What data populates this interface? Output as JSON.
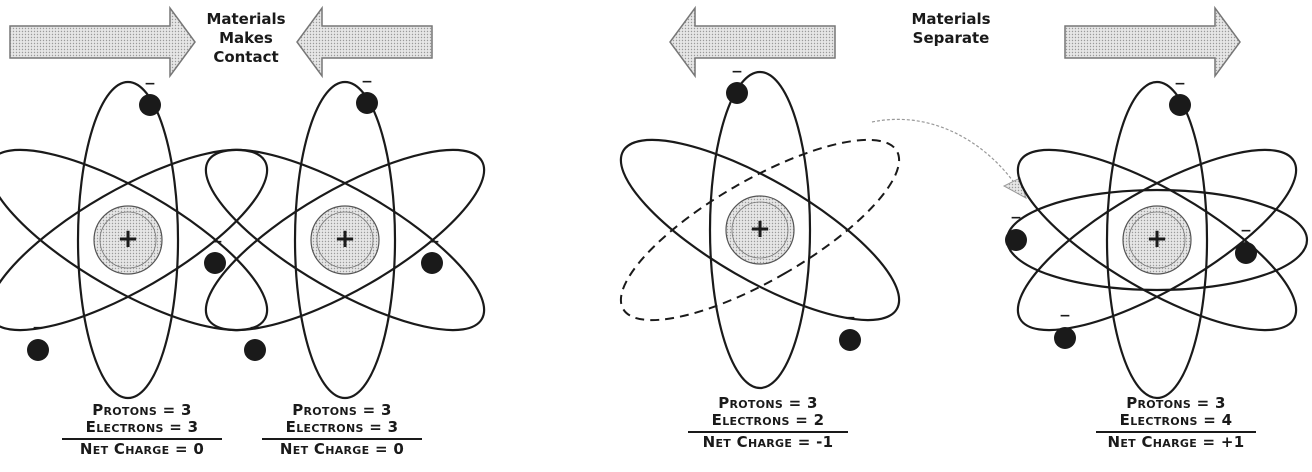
{
  "left_panel": {
    "caption": [
      "Materials",
      "Makes",
      "Contact"
    ],
    "atoms": [
      {
        "protons_label": "Protons = 3",
        "electrons_label": "Electrons = 3",
        "net_label": "Net Charge = 0"
      },
      {
        "protons_label": "Protons = 3",
        "electrons_label": "Electrons = 3",
        "net_label": "Net Charge = 0"
      }
    ]
  },
  "right_panel": {
    "caption": [
      "Materials",
      "Separate"
    ],
    "atoms": [
      {
        "protons_label": "Protons = 3",
        "electrons_label": "Electrons = 2",
        "net_label": "Net Charge = -1"
      },
      {
        "protons_label": "Protons = 3",
        "electrons_label": "Electrons = 4",
        "net_label": "Net Charge = +1"
      }
    ]
  },
  "symbols": {
    "nucleus": "+",
    "electron": "−"
  },
  "colors": {
    "arrow_fill": "#d9d9d9",
    "ink": "#1a1a1a",
    "nucleus_fill": "#c8c8c8"
  }
}
